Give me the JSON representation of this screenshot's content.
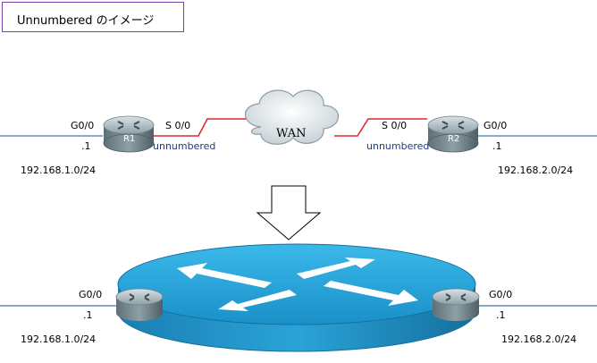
{
  "title": "Unnumbered のイメージ",
  "top": {
    "r1": {
      "name": "R1",
      "gi_port": "G0/0",
      "gi_addr": ".1",
      "serial_port": "S 0/0",
      "serial_mode": "unnumbered",
      "network": "192.168.1.0/24"
    },
    "r2": {
      "name": "R2",
      "gi_port": "G0/0",
      "gi_addr": ".1",
      "serial_port": "S 0/0",
      "serial_mode": "unnumbered",
      "network": "192.168.2.0/24"
    },
    "wan": "WAN"
  },
  "bottom": {
    "left": {
      "gi_port": "G0/0",
      "gi_addr": ".1",
      "network": "192.168.1.0/24"
    },
    "right": {
      "gi_port": "G0/0",
      "gi_addr": ".1",
      "network": "192.168.2.0/24"
    }
  },
  "colors": {
    "title_border": "#7b3fa6",
    "link": "#3a78b8",
    "serial": "#e0262e",
    "router": "#6e8189",
    "big_router": "#2a9fd6"
  }
}
